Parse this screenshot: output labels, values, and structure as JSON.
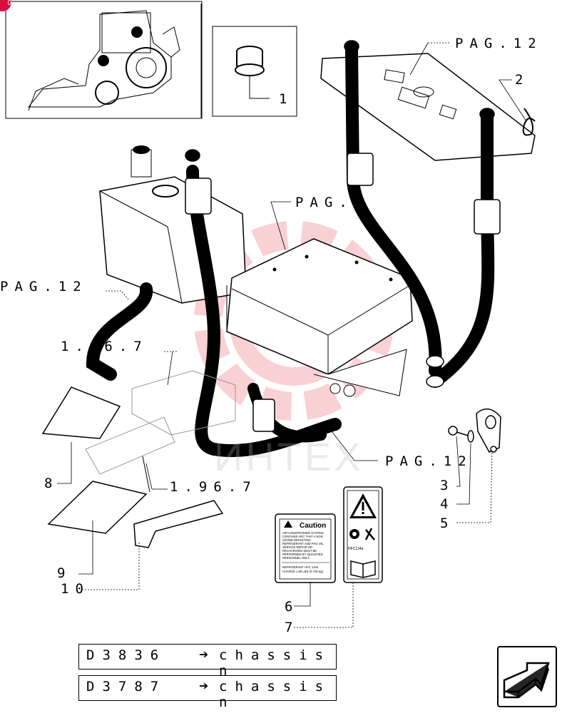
{
  "badge": {
    "text": "0"
  },
  "watermark": {
    "text": "ИНТЕХ"
  },
  "labels": {
    "pag12_top": "PAG.12",
    "pag12_left": "PAG.12",
    "pag_mid": "PAG.3",
    "pag12_bottom": "PAG.12",
    "ref_196_upper": "1.96.7",
    "ref_196_lower": "1.96.7"
  },
  "parts": [
    "1",
    "2",
    "3",
    "4",
    "5",
    "6",
    "7",
    "8",
    "9",
    "10"
  ],
  "decals": {
    "caution_title": "Caution",
    "caution_lines": [
      "AIR CONDITIONING SYSTEM",
      "CONTAINS HFC THAT A NON",
      "OZONE DEPLETING",
      "REFRIGERANT AND PAG OIL.",
      "SERVICE REPAIR OR",
      "RECHARGING MUST BE",
      "PERFORMED BY QUALIFIED",
      "PERSONNEL ONLY."
    ],
    "caution_footer": [
      "REFRIGERANT HFC 134a",
      "CHARGE 1.60 LBS (0.720 Kg)"
    ],
    "hfc_label": "HFC134a"
  },
  "chassis": [
    {
      "code": "D3836",
      "word": "chassis n"
    },
    {
      "code": "D3787",
      "word": "chassis n"
    }
  ],
  "icons": [
    "backhoe-loader-thumbnail",
    "forward-arrow-icon",
    "warning-triangle-icon",
    "manual-book-icon",
    "gear-icon"
  ],
  "colors": {
    "badge": "#d6103a",
    "watermark": "#e8303a"
  }
}
